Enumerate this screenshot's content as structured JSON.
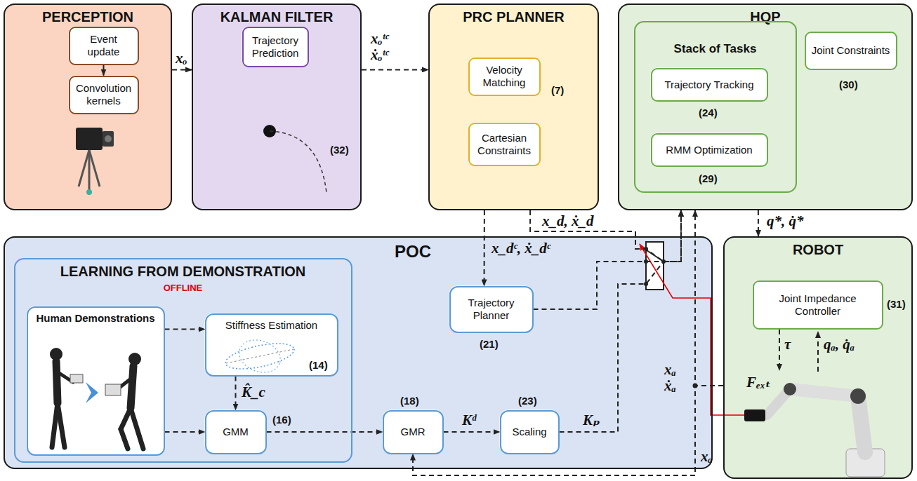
{
  "diagram": {
    "nodes": [
      {
        "text": [
          "PERCEPTION"
        ]
      },
      {
        "text": [
          "Event update"
        ],
        "in": 0
      },
      {
        "text": [
          "Convolution kernels"
        ],
        "in": 0
      },
      {
        "text": [
          "KALMAN FILTER"
        ]
      },
      {
        "text": [
          "Trajectory Prediction"
        ],
        "in": 3
      },
      {
        "text": [
          "PRC PLANNER"
        ]
      },
      {
        "text": [
          "Velocity Matching"
        ],
        "in": 5
      },
      {
        "text": [
          "Cartesian Constraints"
        ],
        "in": 5
      },
      {
        "text": [
          "HQP"
        ]
      },
      {
        "text": [
          "Stack of Tasks"
        ],
        "in": 8
      },
      {
        "text": [
          "Trajectory Tracking"
        ],
        "in": 9
      },
      {
        "text": [
          "RMM Optimization"
        ],
        "in": 9
      },
      {
        "text": [
          "Joint Constraints"
        ],
        "in": 8
      },
      {
        "text": [
          "POC"
        ]
      },
      {
        "text": [
          "LEARNING FROM DEMONSTRATION",
          "OFFLINE"
        ],
        "in": 13
      },
      {
        "text": [
          "Human Demonstrations"
        ],
        "in": 14
      },
      {
        "text": [
          "Stiffness Estimation"
        ],
        "in": 14
      },
      {
        "text": [
          "GMM"
        ],
        "in": 14
      },
      {
        "text": [
          "Trajectory Planner"
        ],
        "in": 13
      },
      {
        "text": [
          "GMR"
        ],
        "in": 13
      },
      {
        "text": [
          "Scaling"
        ],
        "in": 13
      },
      {
        "text": [
          "ROBOT"
        ]
      },
      {
        "text": [
          "Joint Impedance Controller"
        ],
        "in": 21
      }
    ],
    "edges": [
      {
        "from": 0,
        "to": 3,
        "label": "xₒ",
        "arrow": "to"
      },
      {
        "from": 3,
        "to": 5,
        "label": "xₒᵗᶜ ẋₒᵗᶜ",
        "arrow": "to"
      },
      {
        "from": 5,
        "to": 8,
        "label": "x_d, ẋ_d",
        "arrow": "to"
      },
      {
        "from": 5,
        "to": 18,
        "label": "x_dᶜ, ẋ_dᶜ",
        "arrow": "to"
      },
      {
        "from": 18,
        "to": 8,
        "arrow": "to"
      },
      {
        "from": 20,
        "to": 8,
        "label": "Kₚ",
        "arrow": "to"
      },
      {
        "from": 8,
        "to": 21,
        "label": "q*, q̇*",
        "arrow": "to"
      },
      {
        "from": 21,
        "to": 8,
        "label": "xₐ ẋₐ",
        "arrow": "to"
      },
      {
        "from": 21,
        "to": 19,
        "label": "xₐ",
        "arrow": "to"
      },
      {
        "from": 1,
        "to": 2,
        "arrow": "to"
      },
      {
        "from": 15,
        "to": 16,
        "arrow": "to"
      },
      {
        "from": 15,
        "to": 17,
        "arrow": "to"
      },
      {
        "from": 16,
        "to": 17,
        "label": "K̂_c",
        "arrow": "to"
      },
      {
        "from": 17,
        "to": 19,
        "arrow": "to"
      },
      {
        "from": 19,
        "to": 20,
        "label": "Kᵈ",
        "arrow": "to"
      }
    ],
    "labels": [
      "(32)",
      "(7)",
      "(24)",
      "(29)",
      "(30)",
      "(14)",
      "(16)",
      "(21)",
      "(18)",
      "(23)",
      "(31)",
      "τ",
      "qₐ, q̇ₐ",
      "Fₑₓₜ"
    ]
  }
}
